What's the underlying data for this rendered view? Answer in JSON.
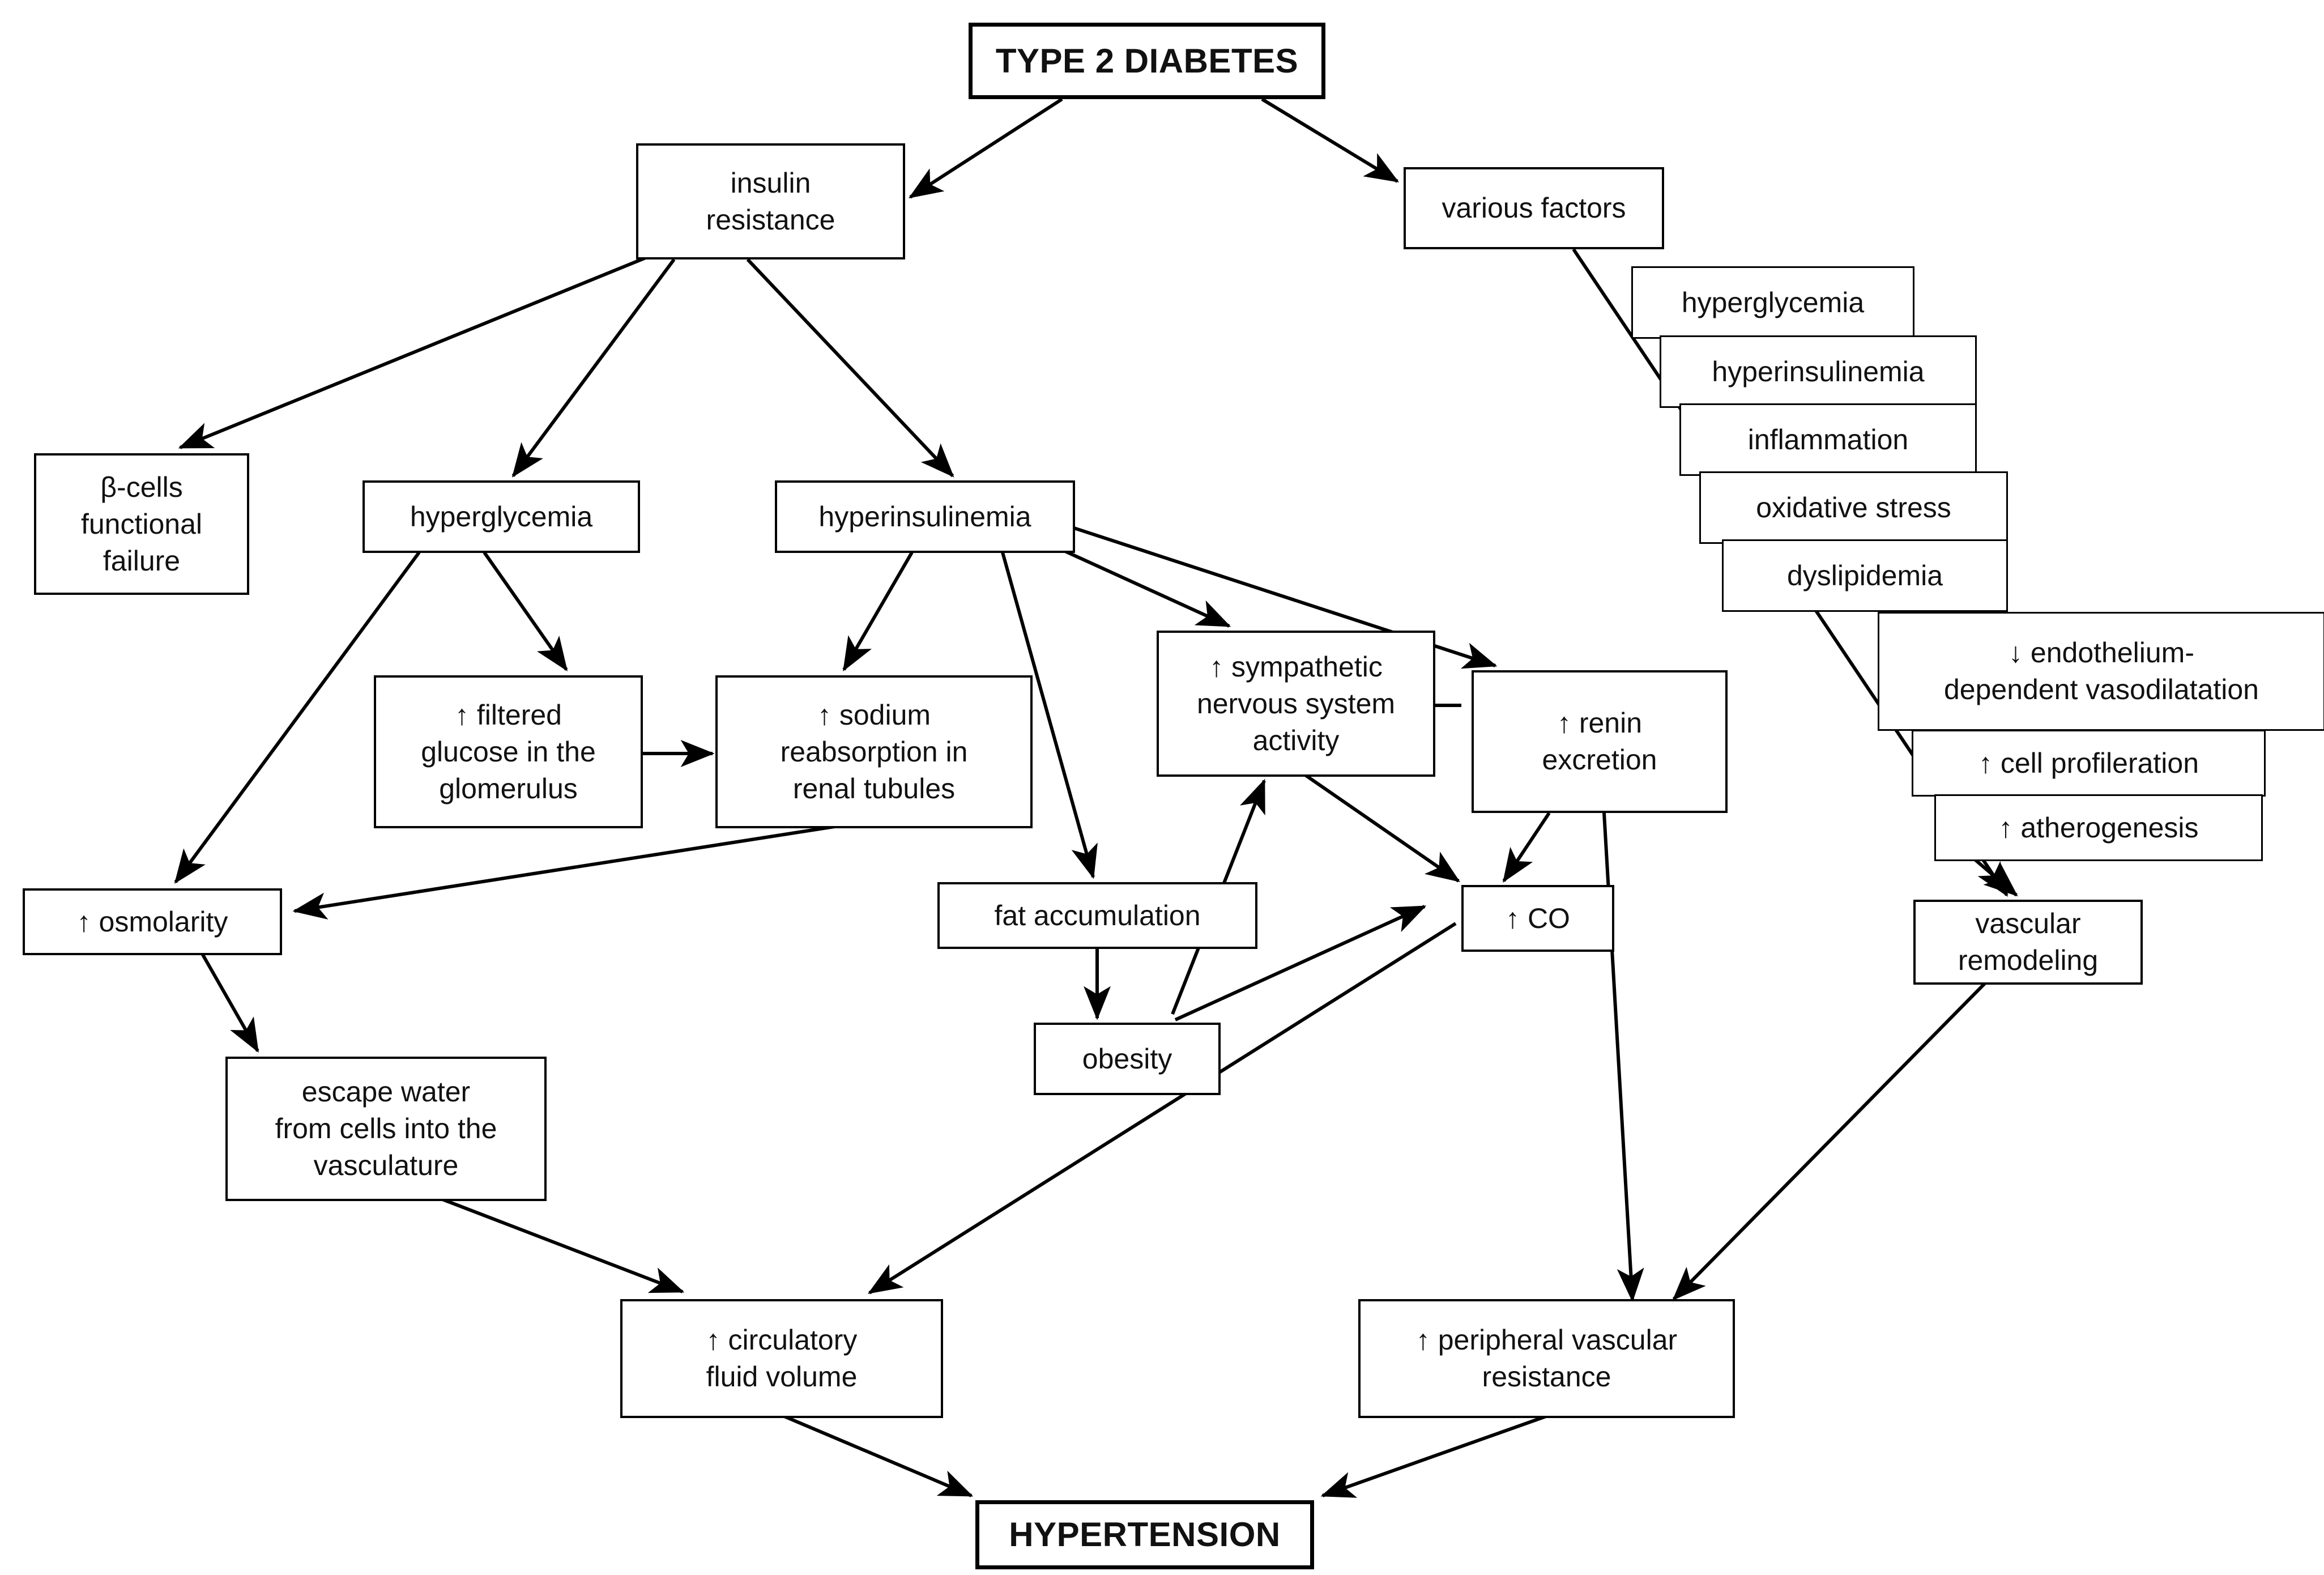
{
  "diagram": {
    "title": "Pathophysiology of hypertension in type 2 diabetes",
    "accent_color": "#000000",
    "background_color": "#ffffff",
    "arrow_symbol_up": "↑",
    "arrow_symbol_down": "↓"
  },
  "nodes": {
    "type2_diabetes": "TYPE 2 DIABETES",
    "insulin_resistance": "insulin\nresistance",
    "various_factors": "various factors",
    "beta_cells": "β-cells\nfunctional\nfailure",
    "hyperglycemia_left": "hyperglycemia",
    "hyperinsulinemia_left": "hyperinsulinemia",
    "filtered_glucose": "↑  filtered\nglucose in the\nglomerulus",
    "sodium_reabsorption": "↑ sodium\nreabsorption in\nrenal tubules",
    "sympathetic": "↑ sympathetic\nnervous system\nactivity",
    "renin": "↑ renin\nexcretion",
    "osmolarity": "↑ osmolarity",
    "fat_accumulation": "fat accumulation",
    "co": "↑ CO",
    "obesity": "obesity",
    "escape_water": "escape water\nfrom cells into the\nvasculature",
    "circulatory_fluid": "↑ circulatory\nfluid volume",
    "peripheral_resistance": "↑ peripheral vascular\nresistance",
    "hypertension": "HYPERTENSION",
    "stair_hyperglycemia": "hyperglycemia",
    "stair_hyperinsulinemia": "hyperinsulinemia",
    "stair_inflammation": "inflammation",
    "stair_oxidative_stress": "oxidative stress",
    "stair_dyslipidemia": "dyslipidemia",
    "endothelium": "↓ endothelium-\ndependent vasodilatation",
    "cell_profileration": "↑ cell profileration",
    "atherogenesis": "↑ atherogenesis",
    "vascular_remodeling": "vascular\nremodeling"
  },
  "edges": [
    {
      "from": "type2_diabetes",
      "to": "insulin_resistance"
    },
    {
      "from": "type2_diabetes",
      "to": "various_factors"
    },
    {
      "from": "insulin_resistance",
      "to": "beta_cells"
    },
    {
      "from": "insulin_resistance",
      "to": "hyperglycemia_left"
    },
    {
      "from": "insulin_resistance",
      "to": "hyperinsulinemia_left"
    },
    {
      "from": "various_factors",
      "to": "vascular_remodeling"
    },
    {
      "from": "hyperglycemia_left",
      "to": "filtered_glucose"
    },
    {
      "from": "hyperglycemia_left",
      "to": "osmolarity"
    },
    {
      "from": "filtered_glucose",
      "to": "sodium_reabsorption"
    },
    {
      "from": "sodium_reabsorption",
      "to": "osmolarity"
    },
    {
      "from": "hyperinsulinemia_left",
      "to": "sodium_reabsorption"
    },
    {
      "from": "hyperinsulinemia_left",
      "to": "fat_accumulation"
    },
    {
      "from": "hyperinsulinemia_left",
      "to": "sympathetic"
    },
    {
      "from": "hyperinsulinemia_left",
      "to": "renin"
    },
    {
      "from": "renin",
      "to": "sympathetic"
    },
    {
      "from": "renin",
      "to": "co"
    },
    {
      "from": "renin",
      "to": "peripheral_resistance"
    },
    {
      "from": "sympathetic",
      "to": "co"
    },
    {
      "from": "fat_accumulation",
      "to": "obesity"
    },
    {
      "from": "obesity",
      "to": "sympathetic"
    },
    {
      "from": "obesity",
      "to": "co"
    },
    {
      "from": "osmolarity",
      "to": "escape_water"
    },
    {
      "from": "escape_water",
      "to": "circulatory_fluid"
    },
    {
      "from": "co",
      "to": "circulatory_fluid"
    },
    {
      "from": "atherogenesis",
      "to": "vascular_remodeling"
    },
    {
      "from": "vascular_remodeling",
      "to": "peripheral_resistance"
    },
    {
      "from": "circulatory_fluid",
      "to": "hypertension"
    },
    {
      "from": "peripheral_resistance",
      "to": "hypertension"
    }
  ]
}
